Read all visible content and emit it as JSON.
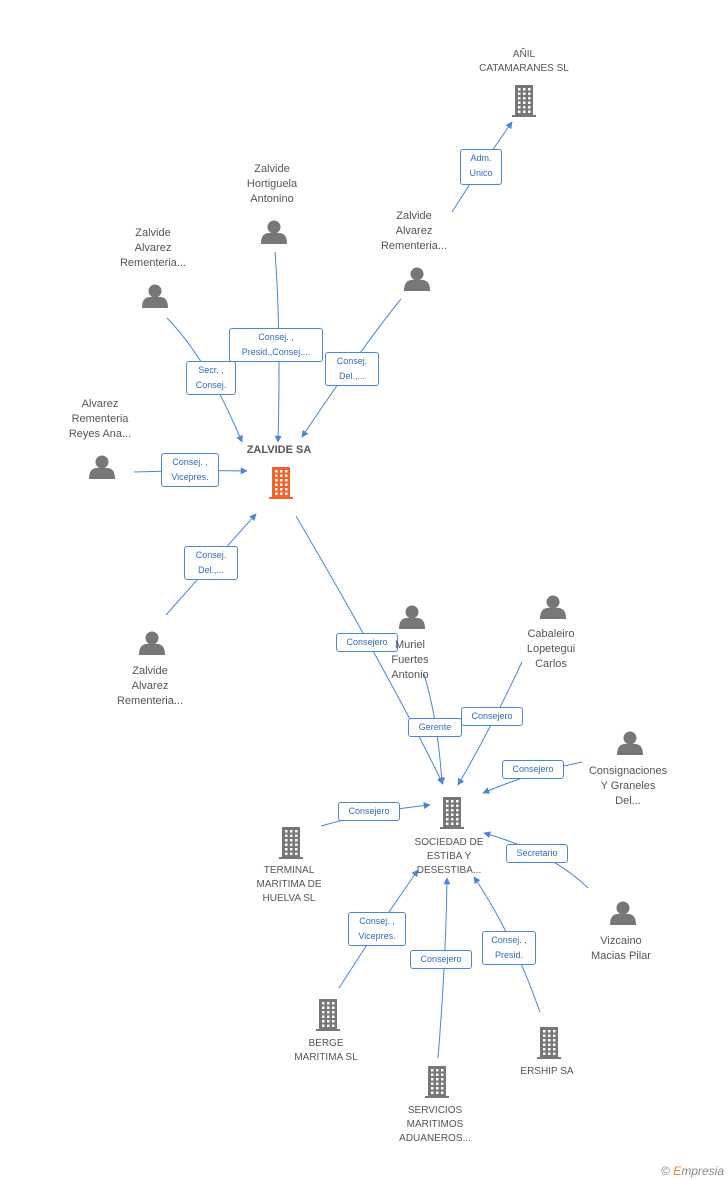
{
  "colors": {
    "edge": "#4a86d8",
    "node": "#777777",
    "main_node": "#f4622a",
    "label_text": "#2f6dc4"
  },
  "nodes": [
    {
      "id": "anil",
      "label": "AÑIL\nCATAMARANES SL",
      "type": "company"
    },
    {
      "id": "hortiguela",
      "label": "Zalvide\nHortiguela\nAntonino",
      "type": "person"
    },
    {
      "id": "zalvide_a1",
      "label": "Zalvide\nAlvarez\nRementeria...",
      "type": "person"
    },
    {
      "id": "zalvide_a2",
      "label": "Zalvide\nAlvarez\nRementeria...",
      "type": "person"
    },
    {
      "id": "alvarez_reyes",
      "label": "Alvarez\nRementeria\nReyes Ana...",
      "type": "person"
    },
    {
      "id": "zalvide_sa",
      "label": "ZALVIDE SA",
      "type": "main"
    },
    {
      "id": "zalvide_a3",
      "label": "Zalvide\nAlvarez\nRementeria...",
      "type": "person"
    },
    {
      "id": "muriel",
      "label": "Muriel\nFuertes\nAntonio",
      "type": "person"
    },
    {
      "id": "cabaleiro",
      "label": "Cabaleiro\nLopetegui\nCarlos",
      "type": "person"
    },
    {
      "id": "consignaciones",
      "label": "Consignaciones\nY Graneles\nDel...",
      "type": "person"
    },
    {
      "id": "terminal",
      "label": "TERMINAL\nMARITIMA DE\nHUELVA SL",
      "type": "company"
    },
    {
      "id": "sociedad",
      "label": "SOCIEDAD DE\nESTIBA Y\nDESESTIBA...",
      "type": "company"
    },
    {
      "id": "vizcaino",
      "label": "Vizcaino\nMacias Pilar",
      "type": "person"
    },
    {
      "id": "berge",
      "label": "BERGE\nMARITIMA SL",
      "type": "company"
    },
    {
      "id": "ership",
      "label": "ERSHIP SA",
      "type": "company"
    },
    {
      "id": "servicios",
      "label": "SERVICIOS\nMARITIMOS\nADUANEROS...",
      "type": "company"
    }
  ],
  "edges": [
    {
      "from": "zalvide_a2",
      "to": "anil",
      "label": "Adm.\nUnico"
    },
    {
      "from": "hortiguela",
      "to": "zalvide_sa",
      "label": "Consej. ,\nPresid.,Consej...."
    },
    {
      "from": "zalvide_a1",
      "to": "zalvide_sa",
      "label": "Secr. ,\nConsej."
    },
    {
      "from": "zalvide_a2",
      "to": "zalvide_sa",
      "label": "Consej.\nDel.,..."
    },
    {
      "from": "alvarez_reyes",
      "to": "zalvide_sa",
      "label": "Consej. ,\nVicepres."
    },
    {
      "from": "zalvide_a3",
      "to": "zalvide_sa",
      "label": "Consej.\nDel.,..."
    },
    {
      "from": "zalvide_sa",
      "to": "sociedad",
      "label": "Consejero"
    },
    {
      "from": "muriel",
      "to": "sociedad",
      "label": "Gerente"
    },
    {
      "from": "cabaleiro",
      "to": "sociedad",
      "label": "Consejero"
    },
    {
      "from": "consignaciones",
      "to": "sociedad",
      "label": "Consejero"
    },
    {
      "from": "terminal",
      "to": "sociedad",
      "label": "Consejero"
    },
    {
      "from": "vizcaino",
      "to": "sociedad",
      "label": "Secretario"
    },
    {
      "from": "berge",
      "to": "sociedad",
      "label": "Consej. ,\nVicepres."
    },
    {
      "from": "servicios",
      "to": "sociedad",
      "label": "Consejero"
    },
    {
      "from": "ership",
      "to": "sociedad",
      "label": "Consej. ,\nPresid."
    }
  ],
  "footer": {
    "copyright_symbol": "©",
    "brand_first": "E",
    "brand_rest": "mpresia"
  }
}
